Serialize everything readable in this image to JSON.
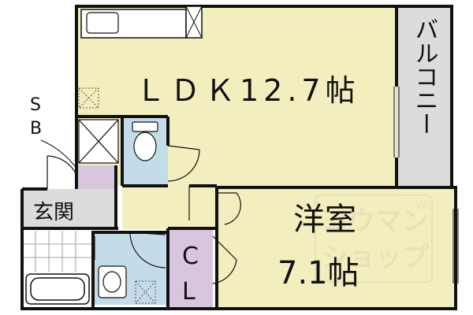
{
  "rooms": {
    "ldk": {
      "label": "ＬＤＫ12.7帖",
      "fill": "#f3eebd"
    },
    "western": {
      "label_line1": "洋室",
      "label_line2": "7.1帖",
      "fill": "#f3eebd"
    },
    "balcony": {
      "label": "バルコニー",
      "fill": "#dcdcdc"
    },
    "entrance": {
      "label": "玄関",
      "fill": "#dcdcdc"
    },
    "closet": {
      "label_line1": "C",
      "label_line2": "L",
      "fill": "#d8c6de"
    },
    "shoe_box": {
      "label_line1": "S",
      "label_line2": "B"
    },
    "wet_area_fill": "#c4dcea"
  },
  "watermark": {
    "line1": "ヨウマン",
    "line2": "ショップ",
    "tag": "WL",
    "color": "#e6e0b8"
  },
  "colors": {
    "wall": "#111111"
  }
}
